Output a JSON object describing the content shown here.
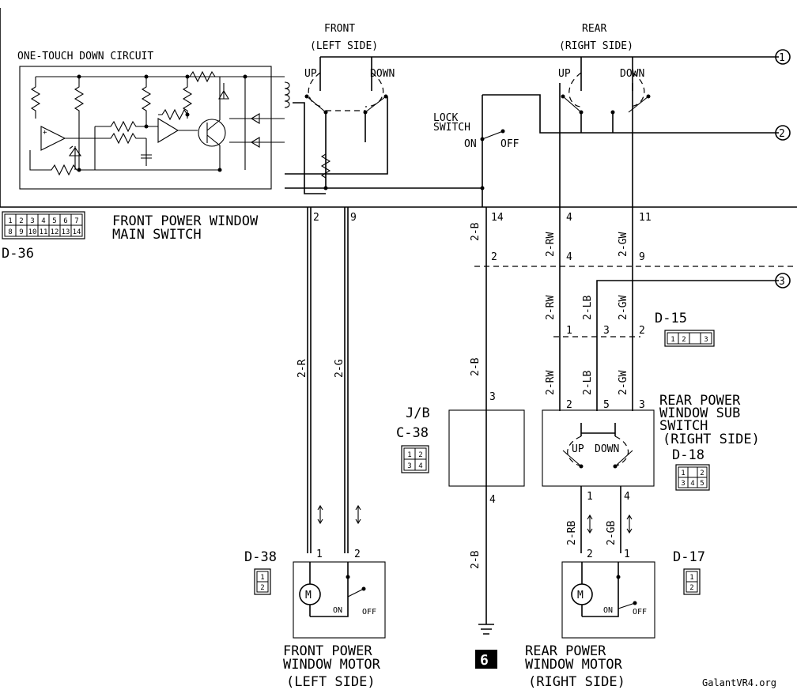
{
  "labels": {
    "front": "FRONT",
    "front_side": "(LEFT SIDE)",
    "rear": "REAR",
    "rear_side": "(RIGHT SIDE)",
    "one_touch": "ONE-TOUCH DOWN CIRCUIT",
    "lock_switch_1": "LOCK",
    "lock_switch_2": "SWITCH",
    "on": "ON",
    "off": "OFF",
    "up": "UP",
    "down": "DOWN",
    "main_switch_1": "FRONT POWER WINDOW",
    "main_switch_2": "MAIN SWITCH",
    "sub_switch_1": "REAR POWER",
    "sub_switch_2": "WINDOW SUB",
    "sub_switch_3": "SWITCH",
    "sub_switch_4": "(RIGHT SIDE)",
    "front_motor_1": "FRONT POWER",
    "front_motor_2": "WINDOW MOTOR",
    "front_motor_3": "(LEFT SIDE)",
    "rear_motor_1": "REAR POWER",
    "rear_motor_2": "WINDOW MOTOR",
    "rear_motor_3": "(RIGHT SIDE)",
    "jb": "J/B",
    "motor_symbol": "M",
    "watermark": "GalantVR4.org"
  },
  "connectors": {
    "d36": "D-36",
    "d15": "D-15",
    "c38": "C-38",
    "d18": "D-18",
    "d38": "D-38",
    "d17": "D-17",
    "d36_row1": [
      "1",
      "2",
      "3",
      "4",
      "5",
      "6",
      "7"
    ],
    "d36_row2": [
      "8",
      "9",
      "10",
      "11",
      "12",
      "13",
      "14"
    ],
    "d15_pins": [
      "1",
      "2",
      "3"
    ],
    "c38_pins": [
      "1",
      "2",
      "3",
      "4"
    ],
    "d18_pins": [
      "1",
      "2",
      "3",
      "4",
      "5"
    ],
    "two_pin": [
      "1",
      "2"
    ]
  },
  "wires": {
    "r": "2-R",
    "g": "2-G",
    "b": "2-B",
    "rw": "2-RW",
    "gw": "2-GW",
    "lb": "2-LB",
    "rb": "2-RB",
    "gb": "2-GB"
  },
  "pins": {
    "p1": "1",
    "p2": "2",
    "p3": "3",
    "p4": "4",
    "p5": "5",
    "p9": "9",
    "p11": "11",
    "p14": "14"
  },
  "refs": {
    "ref1": "1",
    "ref2": "2",
    "ref3": "3",
    "ground": "6"
  }
}
